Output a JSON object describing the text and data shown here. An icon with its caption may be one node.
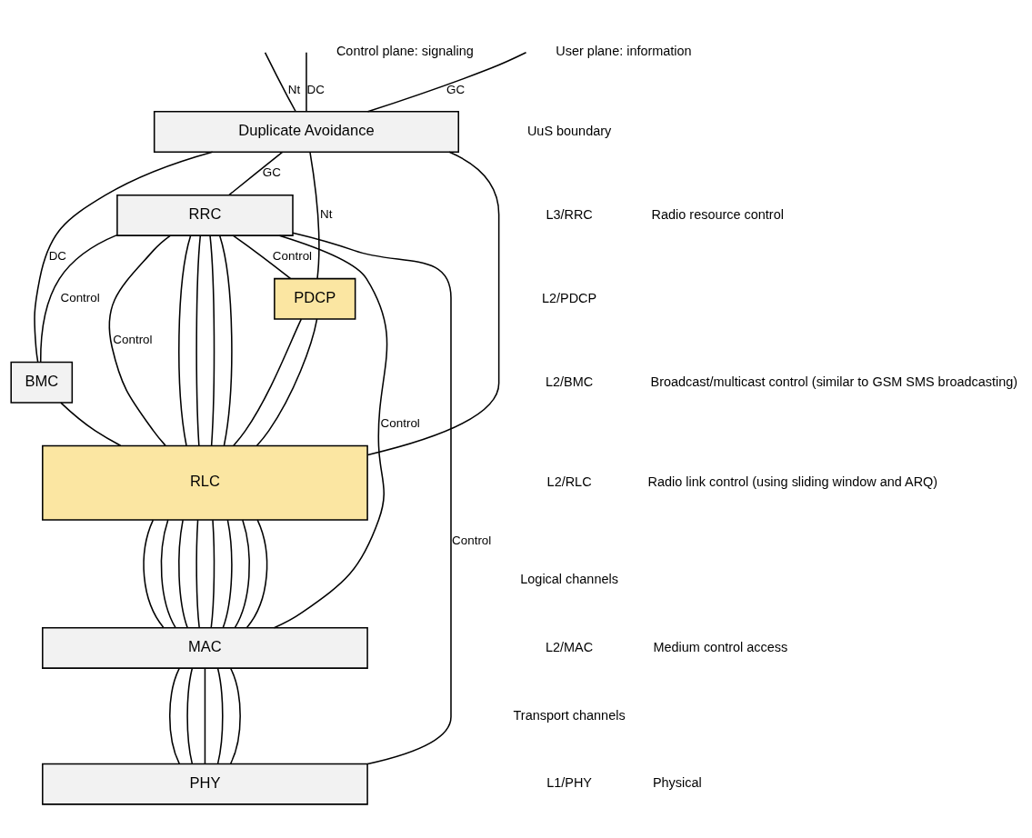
{
  "diagram": {
    "nodes": [
      {
        "text": [
          "Duplicate Avoidance"
        ]
      },
      {
        "text": [
          "RRC"
        ]
      },
      {
        "text": [
          "PDCP"
        ]
      },
      {
        "text": [
          "BMC"
        ]
      },
      {
        "text": [
          "RLC"
        ]
      },
      {
        "text": [
          "MAC"
        ]
      },
      {
        "text": [
          "PHY"
        ]
      }
    ],
    "edges": [
      {
        "from": null,
        "to": 0,
        "arrow": "none",
        "label": "GC"
      },
      {
        "from": null,
        "to": 0,
        "arrow": "none",
        "label": "Nt"
      },
      {
        "from": null,
        "to": 0,
        "arrow": "none",
        "label": "DC"
      },
      {
        "from": 0,
        "to": 1,
        "arrow": "none",
        "label": "GC"
      },
      {
        "from": 0,
        "to": 2,
        "arrow": "none",
        "label": "Nt"
      },
      {
        "from": 0,
        "to": 3,
        "arrow": "none",
        "label": "DC"
      },
      {
        "from": 1,
        "to": 2,
        "arrow": "none",
        "label": "Control"
      },
      {
        "from": 1,
        "to": 3,
        "arrow": "none",
        "label": "Control"
      },
      {
        "from": 1,
        "to": 4,
        "arrow": "none",
        "label": "Control"
      },
      {
        "from": 1,
        "to": 5,
        "arrow": "none",
        "label": "Control"
      },
      {
        "from": 1,
        "to": 6,
        "arrow": "none",
        "label": "Control"
      },
      {
        "from": 1,
        "to": 4,
        "arrow": "none"
      },
      {
        "from": 1,
        "to": 4,
        "arrow": "none"
      },
      {
        "from": 1,
        "to": 4,
        "arrow": "none"
      },
      {
        "from": 1,
        "to": 4,
        "arrow": "none"
      },
      {
        "from": 2,
        "to": 4,
        "arrow": "none"
      },
      {
        "from": 2,
        "to": 4,
        "arrow": "none"
      },
      {
        "from": 0,
        "to": 4,
        "arrow": "none"
      },
      {
        "from": 3,
        "to": 4,
        "arrow": "none"
      },
      {
        "from": 4,
        "to": 5,
        "arrow": "none"
      },
      {
        "from": 4,
        "to": 5,
        "arrow": "none"
      },
      {
        "from": 4,
        "to": 5,
        "arrow": "none"
      },
      {
        "from": 4,
        "to": 5,
        "arrow": "none"
      },
      {
        "from": 4,
        "to": 5,
        "arrow": "none"
      },
      {
        "from": 4,
        "to": 5,
        "arrow": "none"
      },
      {
        "from": 4,
        "to": 5,
        "arrow": "none"
      },
      {
        "from": 4,
        "to": 5,
        "arrow": "none"
      },
      {
        "from": 5,
        "to": 6,
        "arrow": "none"
      },
      {
        "from": 5,
        "to": 6,
        "arrow": "none"
      },
      {
        "from": 5,
        "to": 6,
        "arrow": "none"
      },
      {
        "from": 5,
        "to": 6,
        "arrow": "none"
      },
      {
        "from": 5,
        "to": 6,
        "arrow": "none"
      }
    ],
    "labels": [
      "Control plane: signaling",
      "User plane: information",
      "UuS boundary",
      "L3/RRC",
      "Radio resource control",
      "L2/PDCP",
      "L2/BMC",
      "Broadcast/multicast control (similar to GSM SMS broadcasting)",
      "L2/RLC",
      "Radio link control (using sliding window and ARQ)",
      "Logical channels",
      "L2/MAC",
      "Medium control access",
      "Transport channels",
      "L1/PHY",
      "Physical"
    ]
  }
}
